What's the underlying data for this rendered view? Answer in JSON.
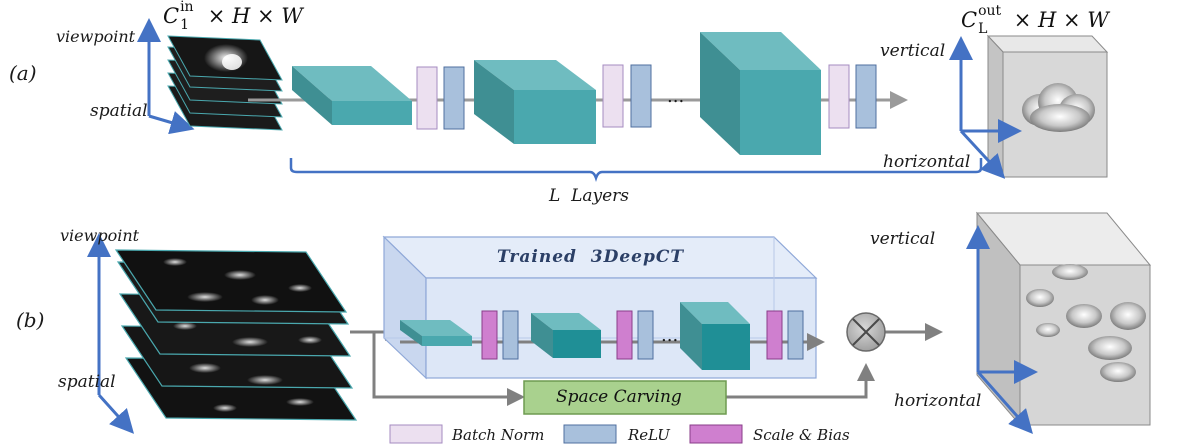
{
  "panel_a": {
    "label": "(a)",
    "input_dims_prefix": "C",
    "input_dims_sup": "in",
    "input_dims_sub": "1",
    "input_dims_suffix": "× H × W",
    "output_dims_prefix": "C",
    "output_dims_sup": "out",
    "output_dims_sub": "L",
    "output_dims_suffix": "× H × W",
    "axis_viewpoint": "viewpoint",
    "axis_spatial": "spatial",
    "axis_vertical": "vertical",
    "axis_horizontal": "horizontal",
    "ellipsis": "...",
    "layers_label": "L  Layers"
  },
  "panel_b": {
    "label": "(b)",
    "axis_viewpoint": "viewpoint",
    "axis_spatial": "spatial",
    "axis_vertical": "vertical",
    "axis_horizontal": "horizontal",
    "box_title": "Trained  3DeepCT",
    "ellipsis": "...",
    "space_carving": "Space Carving"
  },
  "legend": {
    "batch_norm": "Batch Norm",
    "relu": "ReLU",
    "scale_bias": "Scale & Bias"
  },
  "colors": {
    "teal": "#4aa8ae",
    "batch_norm": "#ece0f0",
    "relu": "#a8c0dc",
    "scale_bias": "#cf7fcf",
    "axis_blue": "#4472c4",
    "space_carving": "#a9d18e",
    "box_fill": "#dfe9f8"
  }
}
